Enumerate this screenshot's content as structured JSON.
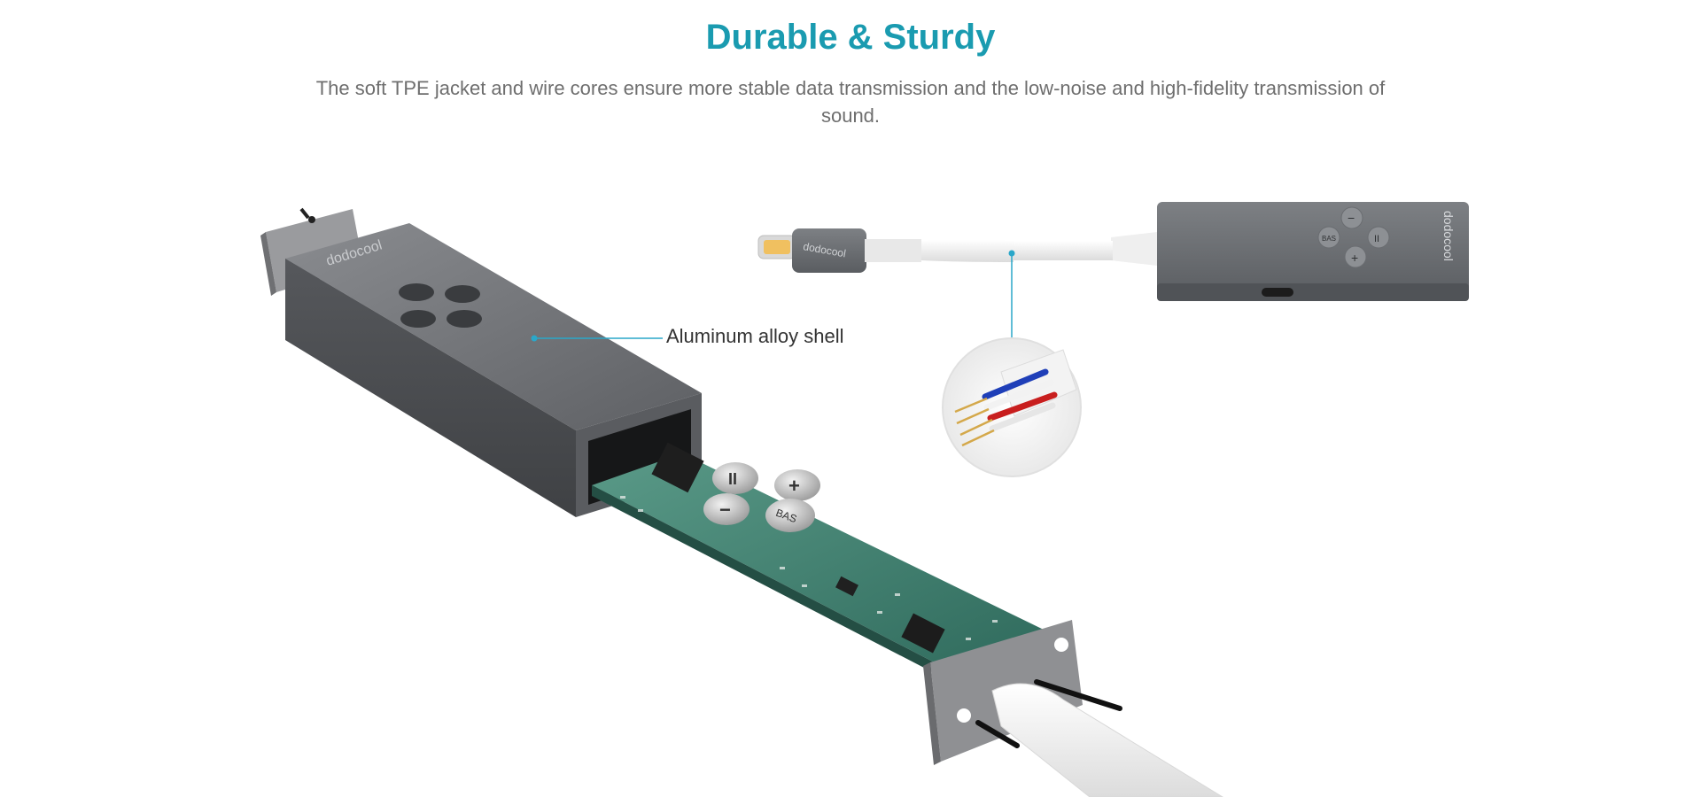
{
  "header": {
    "title": "Durable & Sturdy",
    "subtitle": "The soft TPE jacket and wire cores ensure more stable data transmission and the low-noise and high-fidelity transmission of sound."
  },
  "callouts": {
    "shell_label": "Aluminum alloy shell"
  },
  "product": {
    "brand_mark": "dodocool",
    "buttons": [
      "−",
      "+",
      "II",
      "BAS"
    ]
  },
  "colors": {
    "accent": "#1a9bb0",
    "text_gray": "#6e6e6e",
    "shell": "#6c6e72",
    "pcb": "#3f7f70",
    "callout_line": "#2aa7c9"
  }
}
